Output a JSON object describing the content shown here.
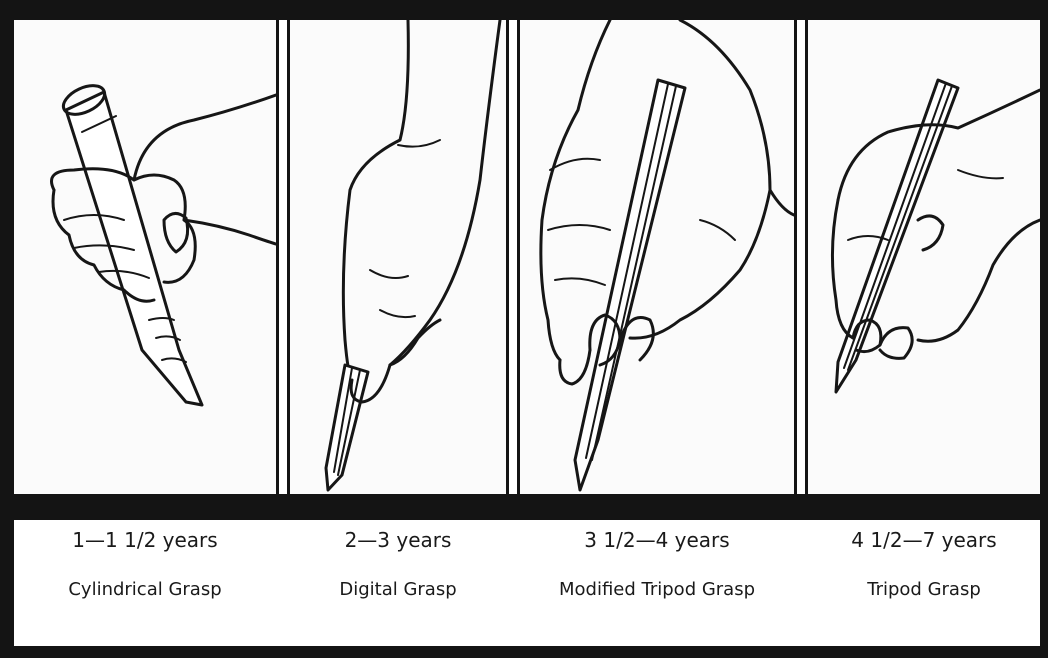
{
  "stages": [
    {
      "age": "1—1 1/2 years",
      "grasp": "Cylindrical Grasp"
    },
    {
      "age": "2—3 years",
      "grasp": "Digital Grasp"
    },
    {
      "age": "3 1/2—4 years",
      "grasp": "Modified Tripod Grasp"
    },
    {
      "age": "4 1/2—7 years",
      "grasp": "Tripod Grasp"
    }
  ],
  "colors": {
    "frame": "#141414",
    "panel": "#fbfbfb",
    "ink": "#161616"
  }
}
